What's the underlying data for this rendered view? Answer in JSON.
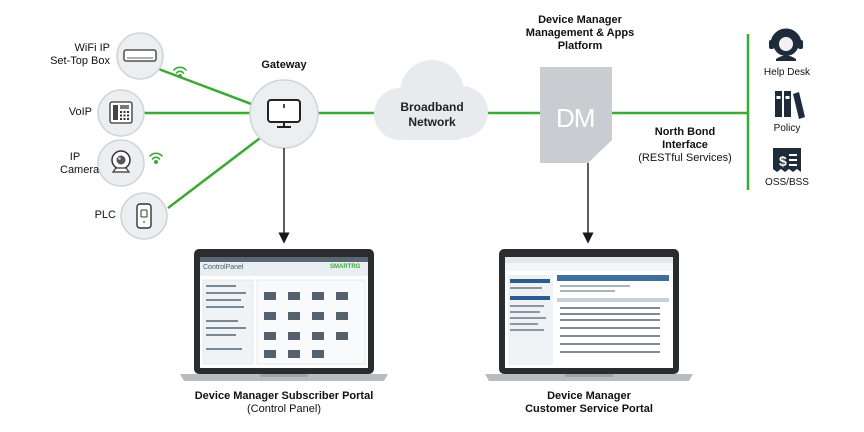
{
  "colors": {
    "line": "#3aaa35",
    "arrow": "#1a1a1a",
    "dm_box": "#c9cdd1",
    "circle_fill": "#eceff1",
    "circle_stroke": "#cfd4d8",
    "cloud": "#e7ebee"
  },
  "devices": [
    {
      "label_lines": [
        "WiFi IP",
        "Set-Top Box"
      ],
      "icon": "set-top-box-icon",
      "wifi": true
    },
    {
      "label_lines": [
        "VoIP"
      ],
      "icon": "voip-phone-icon",
      "wifi": false
    },
    {
      "label_lines": [
        "IP",
        "Camera"
      ],
      "icon": "ip-camera-icon",
      "wifi": true
    },
    {
      "label_lines": [
        "PLC"
      ],
      "icon": "plc-adapter-icon",
      "wifi": false
    }
  ],
  "gateway": {
    "label": "Gateway",
    "icon": "gateway-monitor-icon"
  },
  "cloud": {
    "line1": "Broadband",
    "line2": "Network"
  },
  "platform": {
    "line1": "Device Manager",
    "line2": "Management & Apps",
    "line3": "Platform",
    "logo": "DM"
  },
  "north_bond": {
    "line1": "North Bond",
    "line2": "Interface",
    "line3": "(RESTful Services)"
  },
  "right_services": [
    {
      "label": "Help Desk",
      "icon": "help-desk-headset-icon"
    },
    {
      "label": "Policy",
      "icon": "policy-binders-icon"
    },
    {
      "label": "OSS/BSS",
      "icon": "oss-bss-invoice-icon"
    }
  ],
  "laptops": {
    "left": {
      "caption1": "Device Manager Subscriber Portal",
      "caption2": "(Control Panel)",
      "screen_title": "ControlPanel",
      "screen_brand": "SMARTRG"
    },
    "right": {
      "caption1": "Device Manager",
      "caption2": "Customer Service Portal"
    }
  }
}
